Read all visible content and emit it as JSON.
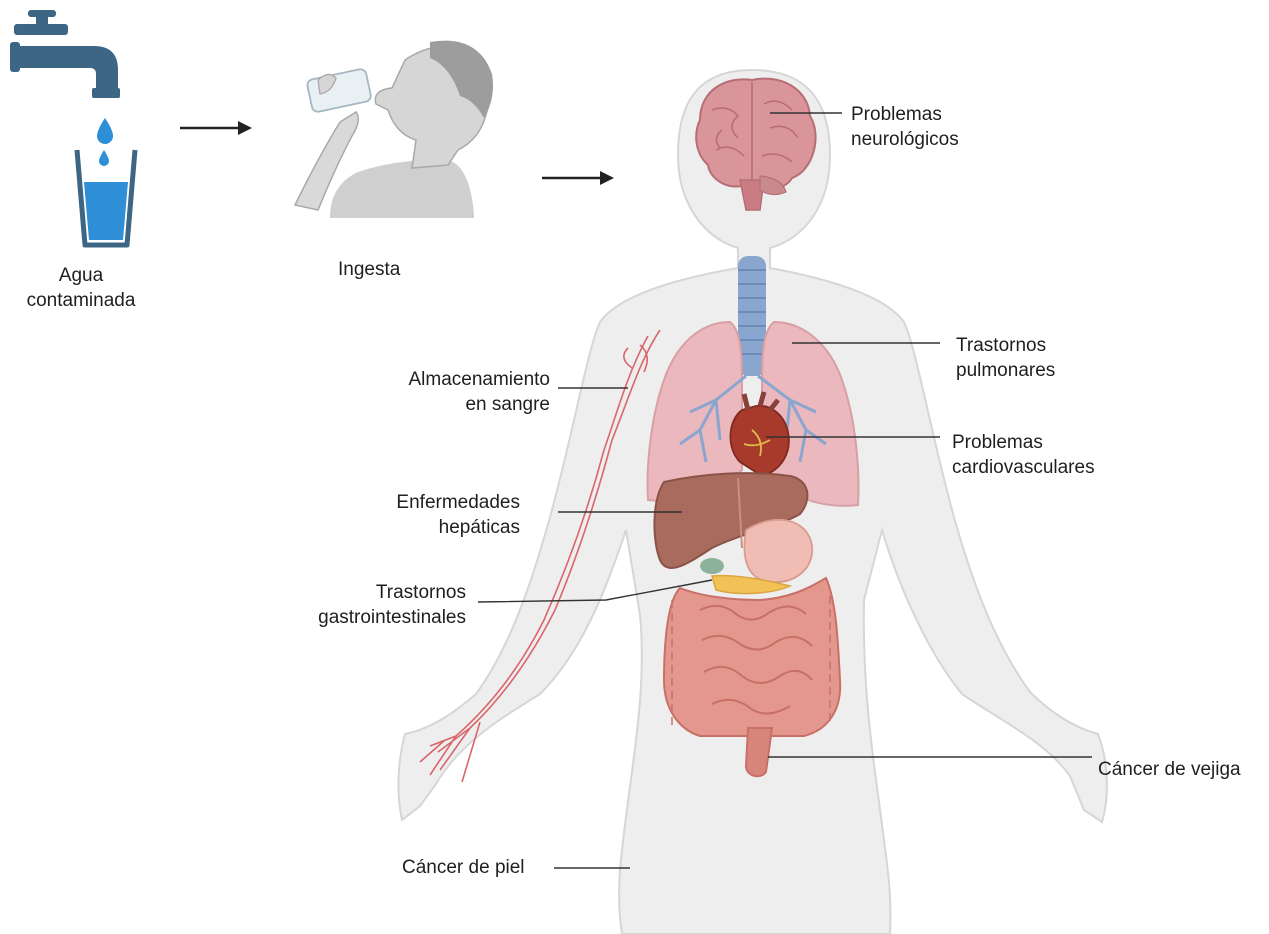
{
  "labels": {
    "water": [
      "Agua",
      "contaminada"
    ],
    "ingestion": "Ingesta",
    "neuro": [
      "Problemas",
      "neurológicos"
    ],
    "pulmonary": [
      "Trastornos",
      "pulmonares"
    ],
    "cardio": [
      "Problemas",
      "cardiovasculares"
    ],
    "blood": [
      "Almacenamiento",
      "en sangre"
    ],
    "liver": [
      "Enfermedades",
      "hepáticas"
    ],
    "gastro": [
      "Trastornos",
      "gastrointestinales"
    ],
    "bladder": "Cáncer de vejiga",
    "skin": "Cáncer de piel"
  },
  "colors": {
    "tap": "#3d6584",
    "water": "#2f8fd6",
    "body": "#eeeeee",
    "brain": "#d9959a",
    "lungs": "#eab8bd",
    "bronchi": "#8aa6cf",
    "heart": "#a83a2c",
    "liver": "#a96b5e",
    "intestine": "#e4978c",
    "vessels": "#d9666b",
    "leader": "#333333"
  }
}
